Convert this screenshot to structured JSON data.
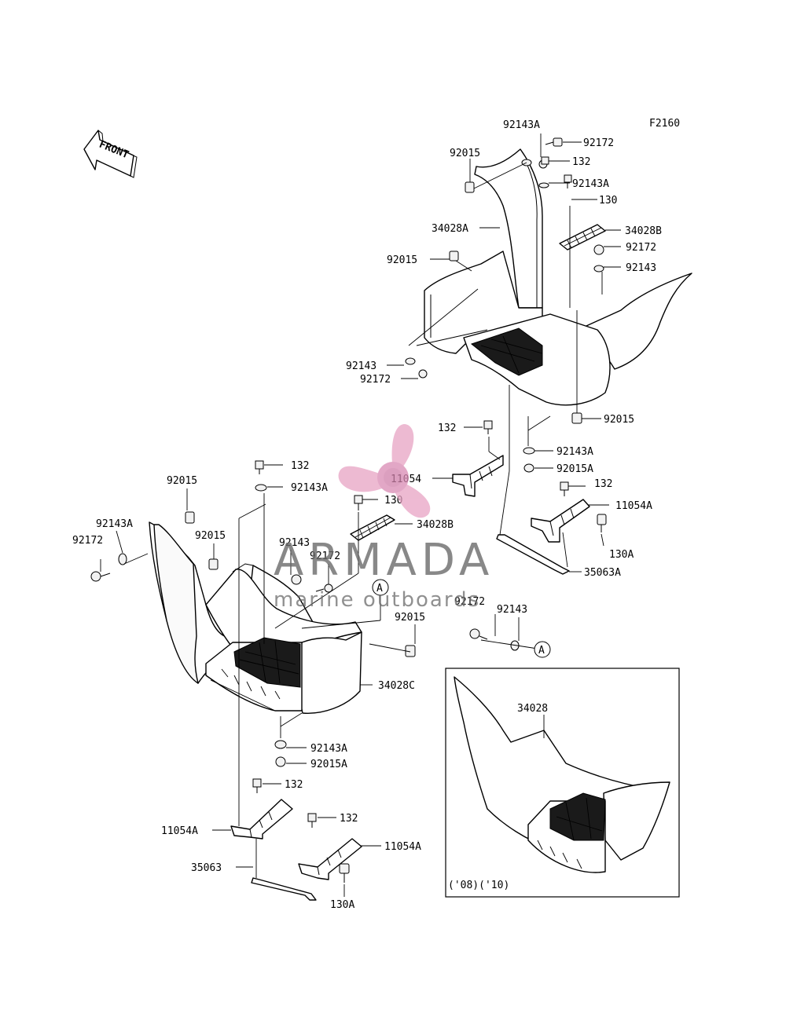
{
  "figure_code": "F2160",
  "front_arrow_label": "FRONT",
  "callout_marker": "A",
  "inset_caption": "('08)('10)",
  "inset_part": "34028",
  "watermark": {
    "brand": "ARMADA",
    "tagline": "marine outboards",
    "color": "#e8a3c4"
  },
  "labels": {
    "l92143A_t": "92143A",
    "l92172_t": "92172",
    "l92015_t": "92015",
    "l132_t": "132",
    "l92143A_t2": "92143A",
    "l130_t": "130",
    "l34028A": "34028A",
    "l34028B_t": "34028B",
    "l92015_t2": "92015",
    "l92172_t2": "92172",
    "l92143_t": "92143",
    "l92143_m": "92143",
    "l92172_m": "92172",
    "l92015_r": "92015",
    "l132_m": "132",
    "l92143A_m": "92143A",
    "l11054": "11054",
    "l92015A_m": "92015A",
    "l132_m2": "132",
    "l11054A_m": "11054A",
    "l130A_m": "130A",
    "l35063A": "35063A",
    "l132_l": "132",
    "l92015_l": "92015",
    "l92143A_l": "92143A",
    "l130_l": "130",
    "l92143A_far": "92143A",
    "l92015_l2": "92015",
    "l92172_far": "92172",
    "l34028B_l": "34028B",
    "l92143_l": "92143",
    "l92172_l": "92172",
    "l92015_c": "92015",
    "l92172_c": "92172",
    "l92143_c": "92143",
    "l34028C": "34028C",
    "l92143A_b": "92143A",
    "l92015A_b": "92015A",
    "l132_b": "132",
    "l11054A_b": "11054A",
    "l132_b2": "132",
    "l11054A_b2": "11054A",
    "l35063": "35063",
    "l130A_b": "130A"
  }
}
